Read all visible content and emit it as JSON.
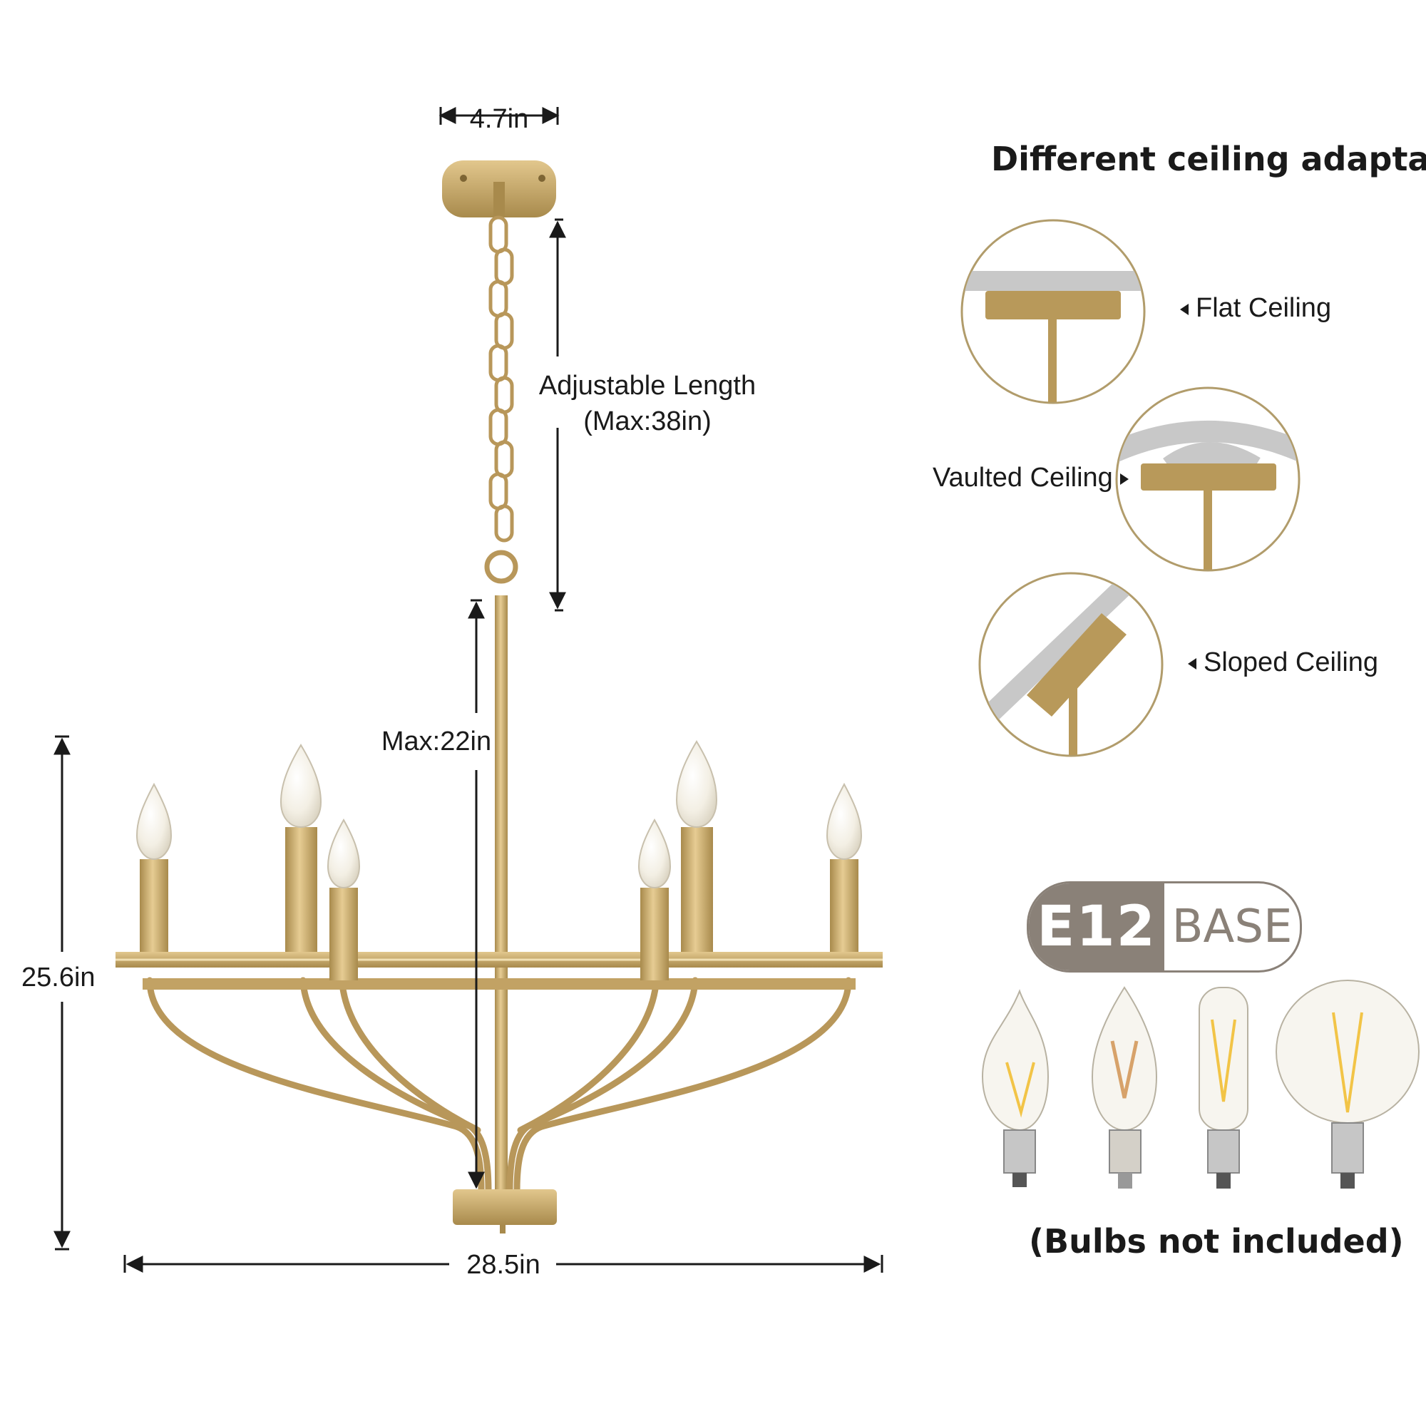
{
  "dimensions": {
    "canopy_width": "4.7in",
    "adjustable_length_line1": "Adjustable Length",
    "adjustable_length_line2": "(Max:38in)",
    "body_height_max": "Max:22in",
    "total_height": "25.6in",
    "diameter": "28.5in"
  },
  "ceiling_section": {
    "title": "Different ceiling adaptab",
    "options": [
      {
        "label": "Flat Ceiling"
      },
      {
        "label": "Vaulted Ceiling"
      },
      {
        "label": "Sloped Ceiling"
      }
    ]
  },
  "base_badge": {
    "code": "E12",
    "word": "BASE"
  },
  "bulbs_note": "(Bulbs not included)",
  "colors": {
    "brass": "#c9a96a",
    "brass_dark": "#a88a4c",
    "ceiling_gray": "#c8c8c8",
    "badge_gray": "#8a8178",
    "line": "#1a1a1a"
  }
}
